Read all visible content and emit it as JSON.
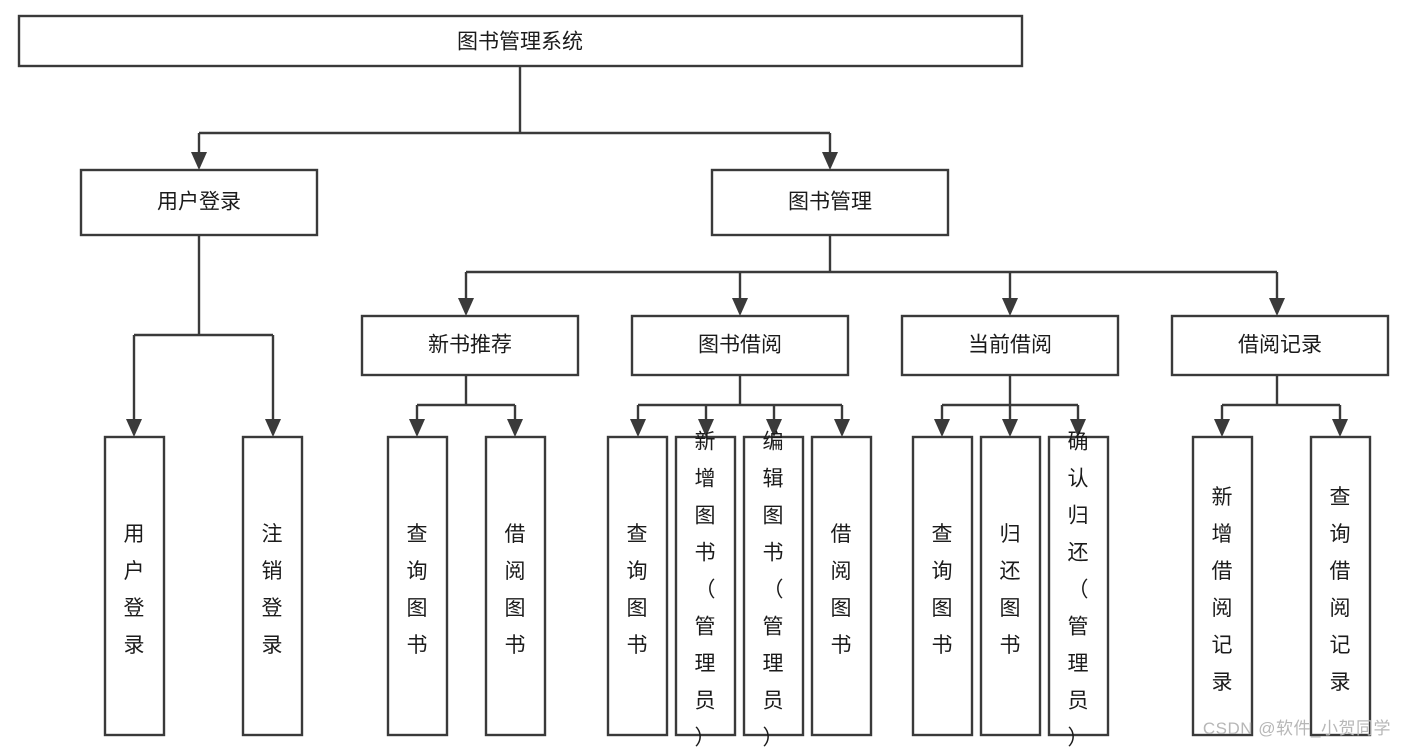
{
  "diagram": {
    "type": "tree",
    "title": "图书管理系统",
    "watermark": "CSDN @软件_小贺同学",
    "colors": {
      "box_stroke": "#3a3a3a",
      "box_fill": "#ffffff",
      "connector": "#3a3a3a",
      "text": "#1b1b1b",
      "background": "#ffffff",
      "watermark": "#b7b7b7"
    },
    "root": {
      "label": "图书管理系统"
    },
    "level2": [
      {
        "label": "用户登录"
      },
      {
        "label": "图书管理"
      }
    ],
    "level3": [
      {
        "label": "新书推荐"
      },
      {
        "label": "图书借阅"
      },
      {
        "label": "当前借阅"
      },
      {
        "label": "借阅记录"
      }
    ],
    "leaves": {
      "user_login": [
        {
          "label": "用户登录"
        },
        {
          "label": "注销登录"
        }
      ],
      "new_book_recommend": [
        {
          "label": "查询图书"
        },
        {
          "label": "借阅图书"
        }
      ],
      "book_borrow": [
        {
          "label": "查询图书"
        },
        {
          "label": "新增图书（管理员）"
        },
        {
          "label": "编辑图书（管理员）"
        },
        {
          "label": "借阅图书"
        }
      ],
      "current_borrow": [
        {
          "label": "查询图书"
        },
        {
          "label": "归还图书"
        },
        {
          "label": "确认归还（管理员）"
        }
      ],
      "borrow_record": [
        {
          "label": "新增借阅记录"
        },
        {
          "label": "查询借阅记录"
        }
      ]
    }
  }
}
